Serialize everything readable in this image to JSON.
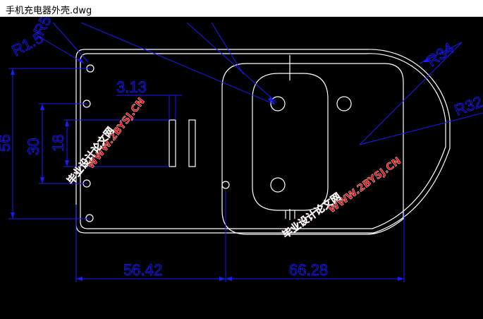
{
  "window": {
    "title": "手机充电器外壳.dwg"
  },
  "drawing": {
    "dimensions": {
      "r1_5": "R1.5",
      "r5": "R5",
      "r34": "R34",
      "r32": "R32",
      "d3_13": "3.13",
      "d56": "56",
      "d30": "30",
      "d18": "18",
      "d56_42": "56.42",
      "d66_28": "66.28"
    },
    "watermarks": {
      "site": "WWW.2BYSJ.CN",
      "cn": "毕业设计论文网"
    },
    "colors": {
      "background": "#000000",
      "outline": "#ffffff",
      "dimension": "#1a1aff",
      "watermark": "#e01010"
    }
  }
}
